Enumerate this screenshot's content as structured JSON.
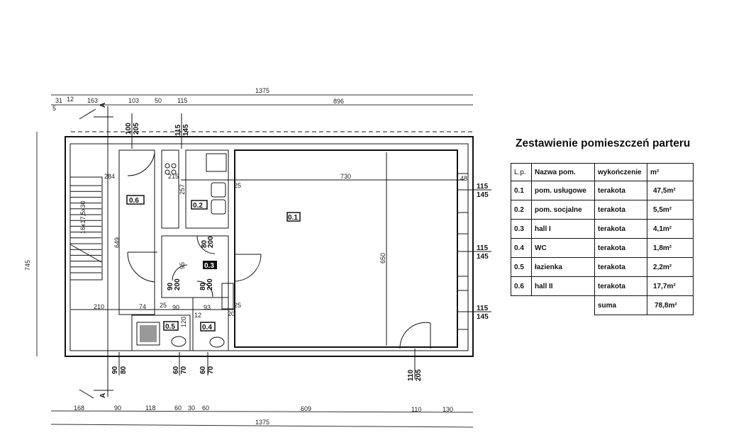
{
  "summary": {
    "title": "Zestawienie pomieszczeń parteru",
    "headers": [
      "L.p.",
      "Nazwa pom.",
      "wykończenie",
      "m²"
    ],
    "rows": [
      [
        "0.1",
        "pom. usługowe",
        "terakota",
        "47,5m²"
      ],
      [
        "0.2",
        "pom. socjalne",
        "terakota",
        "5,5m²"
      ],
      [
        "0.3",
        "hall I",
        "terakota",
        "4,1m²"
      ],
      [
        "0.4",
        "WC",
        "terakota",
        "1,8m²"
      ],
      [
        "0.5",
        "łazienka",
        "terakota",
        "2,2m²"
      ],
      [
        "0.6",
        "hall II",
        "terakota",
        "17,7m²"
      ]
    ],
    "sum_label": "suma",
    "sum_value": "78,8m²"
  },
  "plan": {
    "section_marker": "A",
    "rooms": [
      "0.1",
      "0.2",
      "0.3",
      "0.4",
      "0.5",
      "0.6"
    ],
    "top_dims": {
      "total": "1375",
      "parts": [
        "31",
        "12",
        "163",
        "103",
        "50",
        "115",
        "896"
      ],
      "small": "5"
    },
    "bottom_dims": {
      "total": "1375",
      "parts": [
        "168",
        "90",
        "118",
        "60",
        "30",
        "60",
        "609",
        "110",
        "130"
      ]
    },
    "left_dim": "745",
    "openings_top": [
      [
        "100",
        "205"
      ],
      [
        "115",
        "145"
      ]
    ],
    "openings_bottom": [
      [
        "90",
        "80"
      ],
      [
        "60",
        "70"
      ],
      [
        "60",
        "70"
      ],
      [
        "110",
        "205"
      ]
    ],
    "openings_right": [
      [
        "115",
        "145"
      ],
      [
        "115",
        "145"
      ],
      [
        "115",
        "145"
      ]
    ],
    "interior_dims": {
      "d284": "284",
      "d215": "215",
      "d25a": "25",
      "d257": "257",
      "d649": "649",
      "d95": "95",
      "d80_200a": [
        "80",
        "200"
      ],
      "d90_200": [
        "90",
        "200"
      ],
      "d80_200b": [
        "80",
        "200"
      ],
      "d210": "210",
      "d74": "74",
      "d25b": "25",
      "d90": "90",
      "d93": "93",
      "d25c": "25",
      "d12": "12",
      "d20": "20",
      "d120": "120",
      "d730": "730",
      "d48": "48",
      "d650": "650",
      "stairs": "16x17,5x30"
    }
  }
}
